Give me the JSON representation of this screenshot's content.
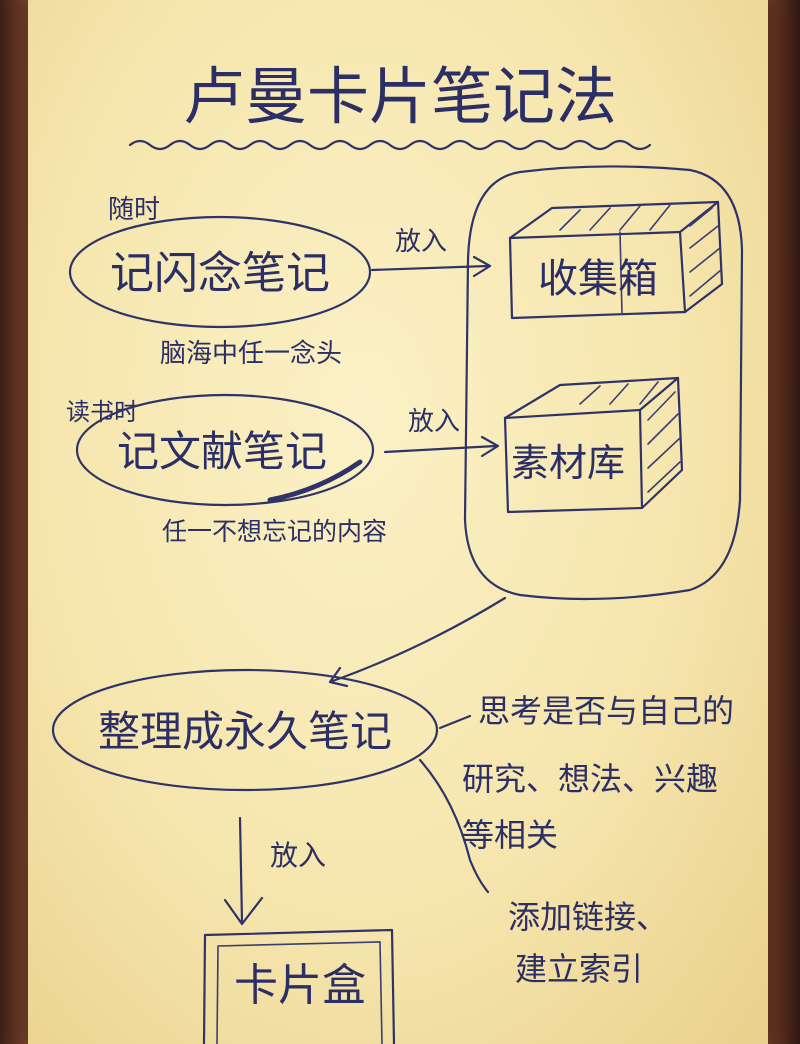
{
  "title": "卢曼卡片笔记法",
  "fleeting": {
    "when": "随时",
    "label": "记闪念笔记",
    "note": "脑海中任一念头",
    "arrow": "放入"
  },
  "literature": {
    "when": "读书时",
    "label": "记文献笔记",
    "note": "任一不想忘记的内容",
    "arrow": "放入"
  },
  "inbox": "收集箱",
  "material": "素材库",
  "permanent": {
    "label": "整理成永久笔记",
    "think_lines": [
      "思考是否与自己的",
      "研究、想法、兴趣",
      "等相关"
    ],
    "link_lines": [
      "添加链接、",
      "建立索引"
    ],
    "arrow": "放入"
  },
  "cardbox": "卡片盒"
}
